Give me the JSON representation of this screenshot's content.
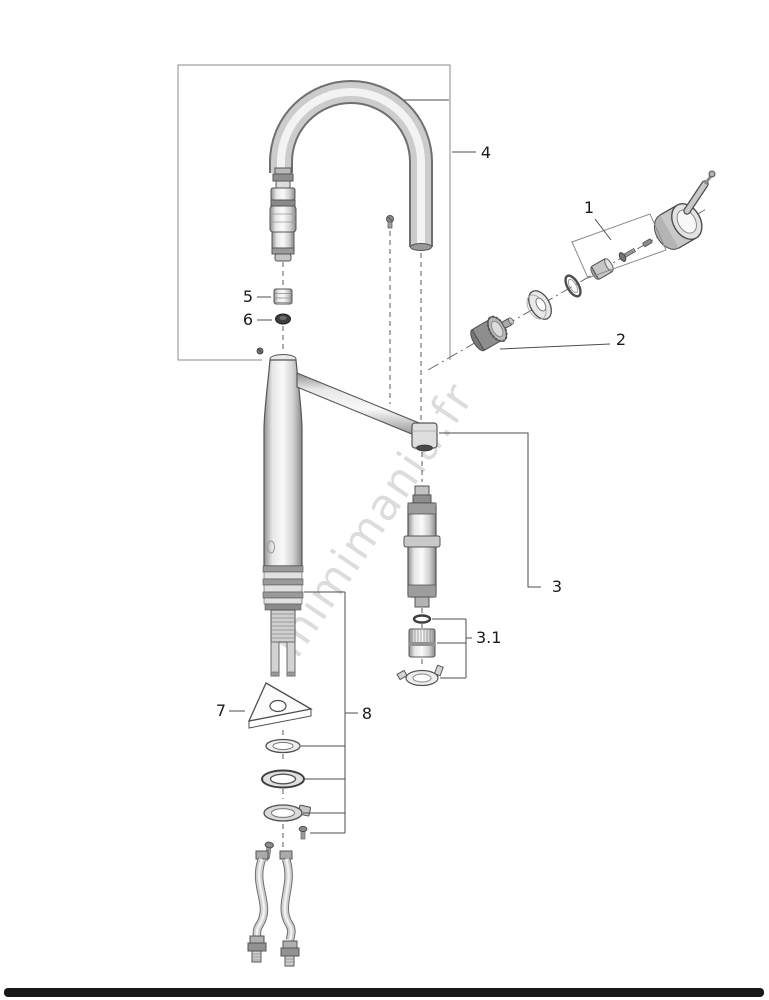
{
  "diagram": {
    "type": "exploded-parts-diagram",
    "watermark": "mimimania.fr",
    "part_labels": {
      "p1": "1",
      "p2": "2",
      "p3": "3",
      "p3_1": "3.1",
      "p4": "4",
      "p5": "5",
      "p6": "6",
      "p7": "7",
      "p8": "8"
    },
    "colors": {
      "line": "#555555",
      "label": "#1a1a1a",
      "watermark": "#c0c0c0",
      "footer_bar": "#181818",
      "background": "#ffffff"
    }
  }
}
